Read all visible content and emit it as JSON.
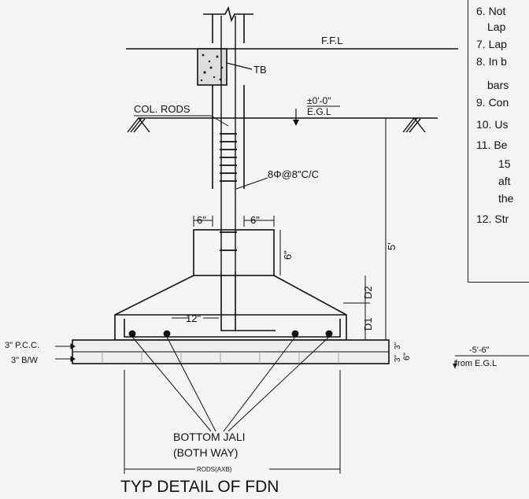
{
  "diagram": {
    "title": "TYP DETAIL OF FDN",
    "labels": {
      "ffl": "F.F.L",
      "tb": "TB",
      "egl_level": "±0'-0\"",
      "egl": "E.G.L",
      "col_rods": "COL. RODS",
      "stirrups": "8Φ@8\"C/C",
      "pedestal_left_offset": "6\"",
      "pedestal_right_offset": "6\"",
      "pedestal_height": "6\"",
      "depth_5ft": "5'",
      "d2": "D2",
      "d1": "D1",
      "lap_12": "12\"",
      "pcc": "3\" P.C.C.",
      "bw": "3\" B/W",
      "dim_3": "3\"",
      "dim_3b": "3\"",
      "dim_6": "6\"",
      "bottom_level": "-5'-6\"",
      "from_egl": "from E.G.L",
      "bottom_jali_1": "BOTTOM JALI",
      "bottom_jali_2": "(BOTH WAY)",
      "rods_axb": "RODS(AXB)"
    }
  },
  "notes": [
    {
      "text": "6. Not"
    },
    {
      "text": "Lap"
    },
    {
      "text": "7. Lap"
    },
    {
      "text": "8. In b"
    },
    {
      "text": "bars"
    },
    {
      "text": "9. Con"
    },
    {
      "text": "10. Us"
    },
    {
      "text": "11. Be"
    },
    {
      "text": "15"
    },
    {
      "text": "aft"
    },
    {
      "text": "the"
    },
    {
      "text": "12. Str"
    }
  ]
}
